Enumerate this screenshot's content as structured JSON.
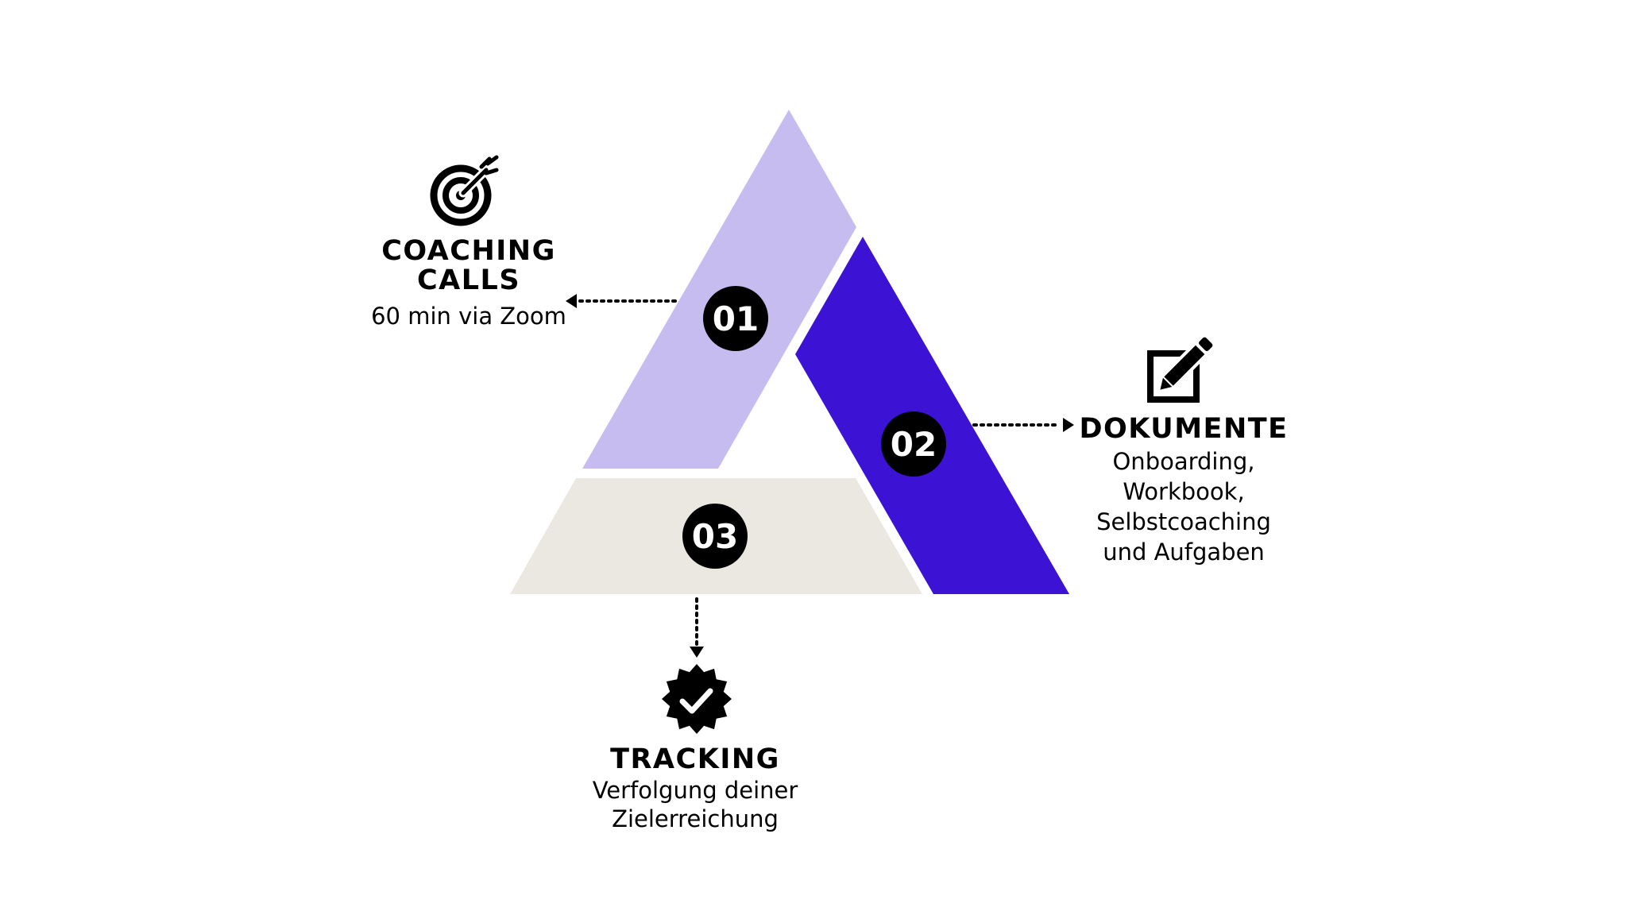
{
  "colors": {
    "segment_1": "#c6bcf0",
    "segment_2": "#3c12d4",
    "segment_3": "#ebe8e1",
    "badge": "#000000",
    "badge_text": "#ffffff"
  },
  "segments": [
    {
      "badge": "01",
      "icon": "target-icon",
      "title": "COACHING CALLS",
      "title_lines": [
        "COACHING",
        "CALLS"
      ],
      "description_lines": [
        "60 min via Zoom"
      ]
    },
    {
      "badge": "02",
      "icon": "edit-document-icon",
      "title": "DOKUMENTE",
      "title_lines": [
        "DOKUMENTE"
      ],
      "description_lines": [
        "Onboarding,",
        "Workbook,",
        "Selbstcoaching",
        "und Aufgaben"
      ]
    },
    {
      "badge": "03",
      "icon": "verified-badge-icon",
      "title": "TRACKING",
      "title_lines": [
        "TRACKING"
      ],
      "description_lines": [
        "Verfolgung deiner",
        "Zielerreichung"
      ]
    }
  ]
}
